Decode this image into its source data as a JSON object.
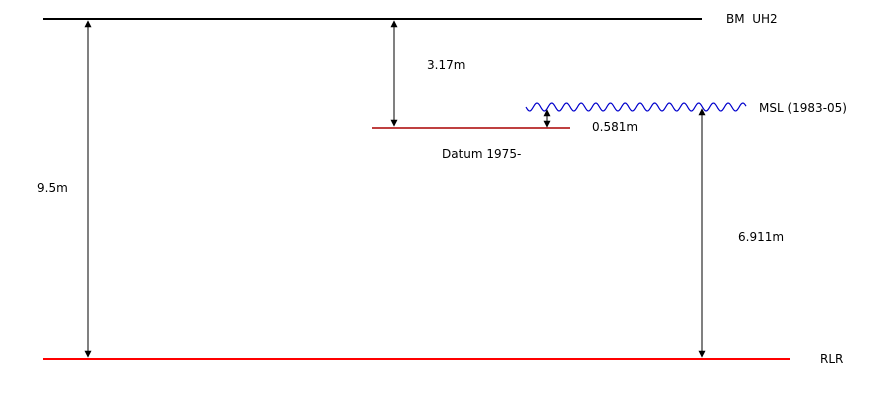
{
  "colors": {
    "benchmark_line": "#000000",
    "datum_line": "#aa0000",
    "rlr_line": "#ff0000",
    "msl_wave": "#0000cc",
    "arrows": "#000000"
  },
  "labels": {
    "benchmark": "BM  UH2",
    "msl": "MSL (1983-05)",
    "datum": "Datum 1975-",
    "rlr": "RLR"
  },
  "measurements": {
    "bm_to_rlr": "9.5m",
    "bm_to_datum": "3.17m",
    "datum_to_msl": "0.581m",
    "msl_to_rlr": "6.911m"
  }
}
